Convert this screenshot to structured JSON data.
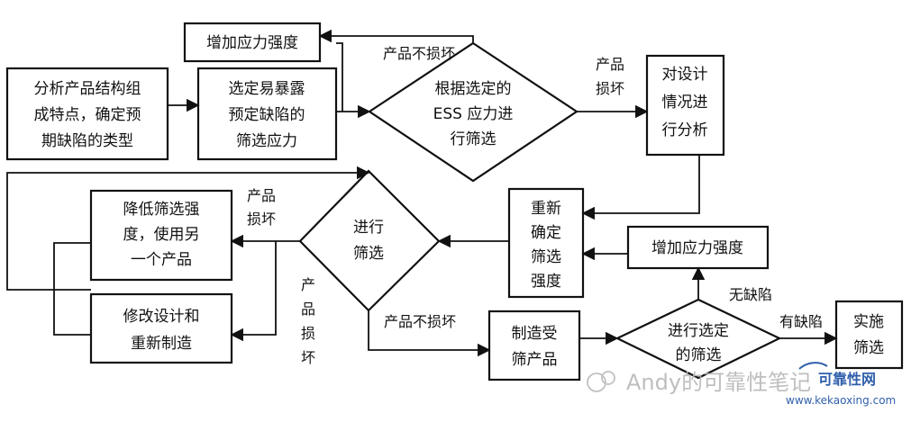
{
  "nodes": {
    "increase_stress_top": "增加应力强度",
    "analyze_structure": [
      "分析产品结构组",
      "成特点，确定预",
      "期缺陷的类型"
    ],
    "select_stress": [
      "选定易暴露",
      "预定缺陷的",
      "筛选应力"
    ],
    "ess_decision": [
      "根据选定的",
      "ESS 应力进",
      "行筛选"
    ],
    "analyze_design": [
      "对设计",
      "情况进",
      "行分析"
    ],
    "redetermine": [
      "重新",
      "确定",
      "筛选",
      "强度"
    ],
    "increase_stress_mid": "增加应力强度",
    "screen_decision": [
      "进行",
      "筛选"
    ],
    "reduce_strength": [
      "降低筛选强",
      "度，使用另",
      "一个产品"
    ],
    "modify_design": [
      "修改设计和",
      "重新制造"
    ],
    "manufacture": [
      "制造受",
      "筛产品"
    ],
    "select_screen_decision": [
      "进行选定",
      "的筛选"
    ],
    "implement": [
      "实施",
      "筛选"
    ]
  },
  "edges": {
    "not_damaged_top": "产品不损坏",
    "damaged_right": [
      "产品",
      "损坏"
    ],
    "damaged_left": [
      "产品",
      "损坏"
    ],
    "damaged_down": [
      "产",
      "品",
      "损",
      "坏"
    ],
    "not_damaged_bottom": "产品不损坏",
    "no_defect": "无缺陷",
    "has_defect": "有缺陷"
  },
  "watermark": {
    "text": "Andy的可靠性笔记",
    "site": "可靠性网",
    "url": "www.kekaoxing.com"
  },
  "colors": {
    "line": "#111111",
    "watermark_text": "#b8b8b8",
    "watermark_brand": "#1a4ea2"
  }
}
